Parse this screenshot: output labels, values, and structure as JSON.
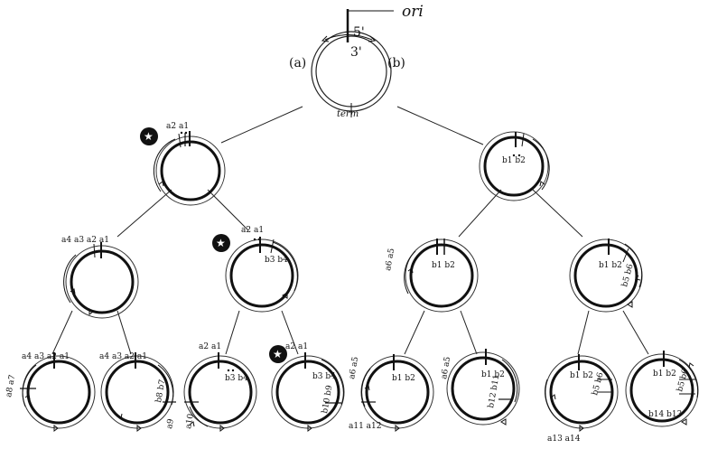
{
  "root": {
    "ori_label": "ori",
    "five_prime": "5'",
    "three_prime": "3'",
    "strand_a": "(a)",
    "strand_b": "(b)",
    "term_label": "term"
  },
  "labels": {
    "L1": {
      "left": "a2 a1"
    },
    "R1": {
      "left": "b1 b2"
    },
    "L2a": {
      "left": "a4 a3 a2 a1"
    },
    "L2b": {
      "left": "a2 a1",
      "right": "b3 b4"
    },
    "R2a": {
      "left": "a6 a5",
      "right": "b1 b2"
    },
    "R2b": {
      "left": "b1 b2",
      "right": "b5 b6"
    },
    "G1": {
      "left": "a4 a3 a2 a1",
      "bottom": "a8 a7"
    },
    "G2": {
      "left": "a4 a3  a2 a1",
      "right": "b8 b7",
      "bottom": "a9"
    },
    "G3": {
      "left": "a2 a1",
      "right": "b3 b4",
      "bottom": "a10"
    },
    "G4": {
      "left": "a2 a1",
      "right": "b3 b4",
      "bottom": "b10 b9"
    },
    "G5": {
      "left": "a6 a5",
      "right": "b1 b2",
      "bottom": "a11 a12"
    },
    "G6": {
      "left": "a6 a5",
      "right": "b1 b2",
      "bottom": "b12 b11"
    },
    "G7": {
      "left": "b1 b2",
      "right": "b5 b6",
      "bottom": "a13 a14"
    },
    "G8": {
      "left": "b1 b2",
      "right": "b5 b6",
      "bottom": "b14 b13"
    }
  },
  "markers": {
    "star_glyph": "★",
    "colors": {
      "thick": "#111111",
      "thin": "#333333",
      "background": "#ffffff"
    }
  }
}
